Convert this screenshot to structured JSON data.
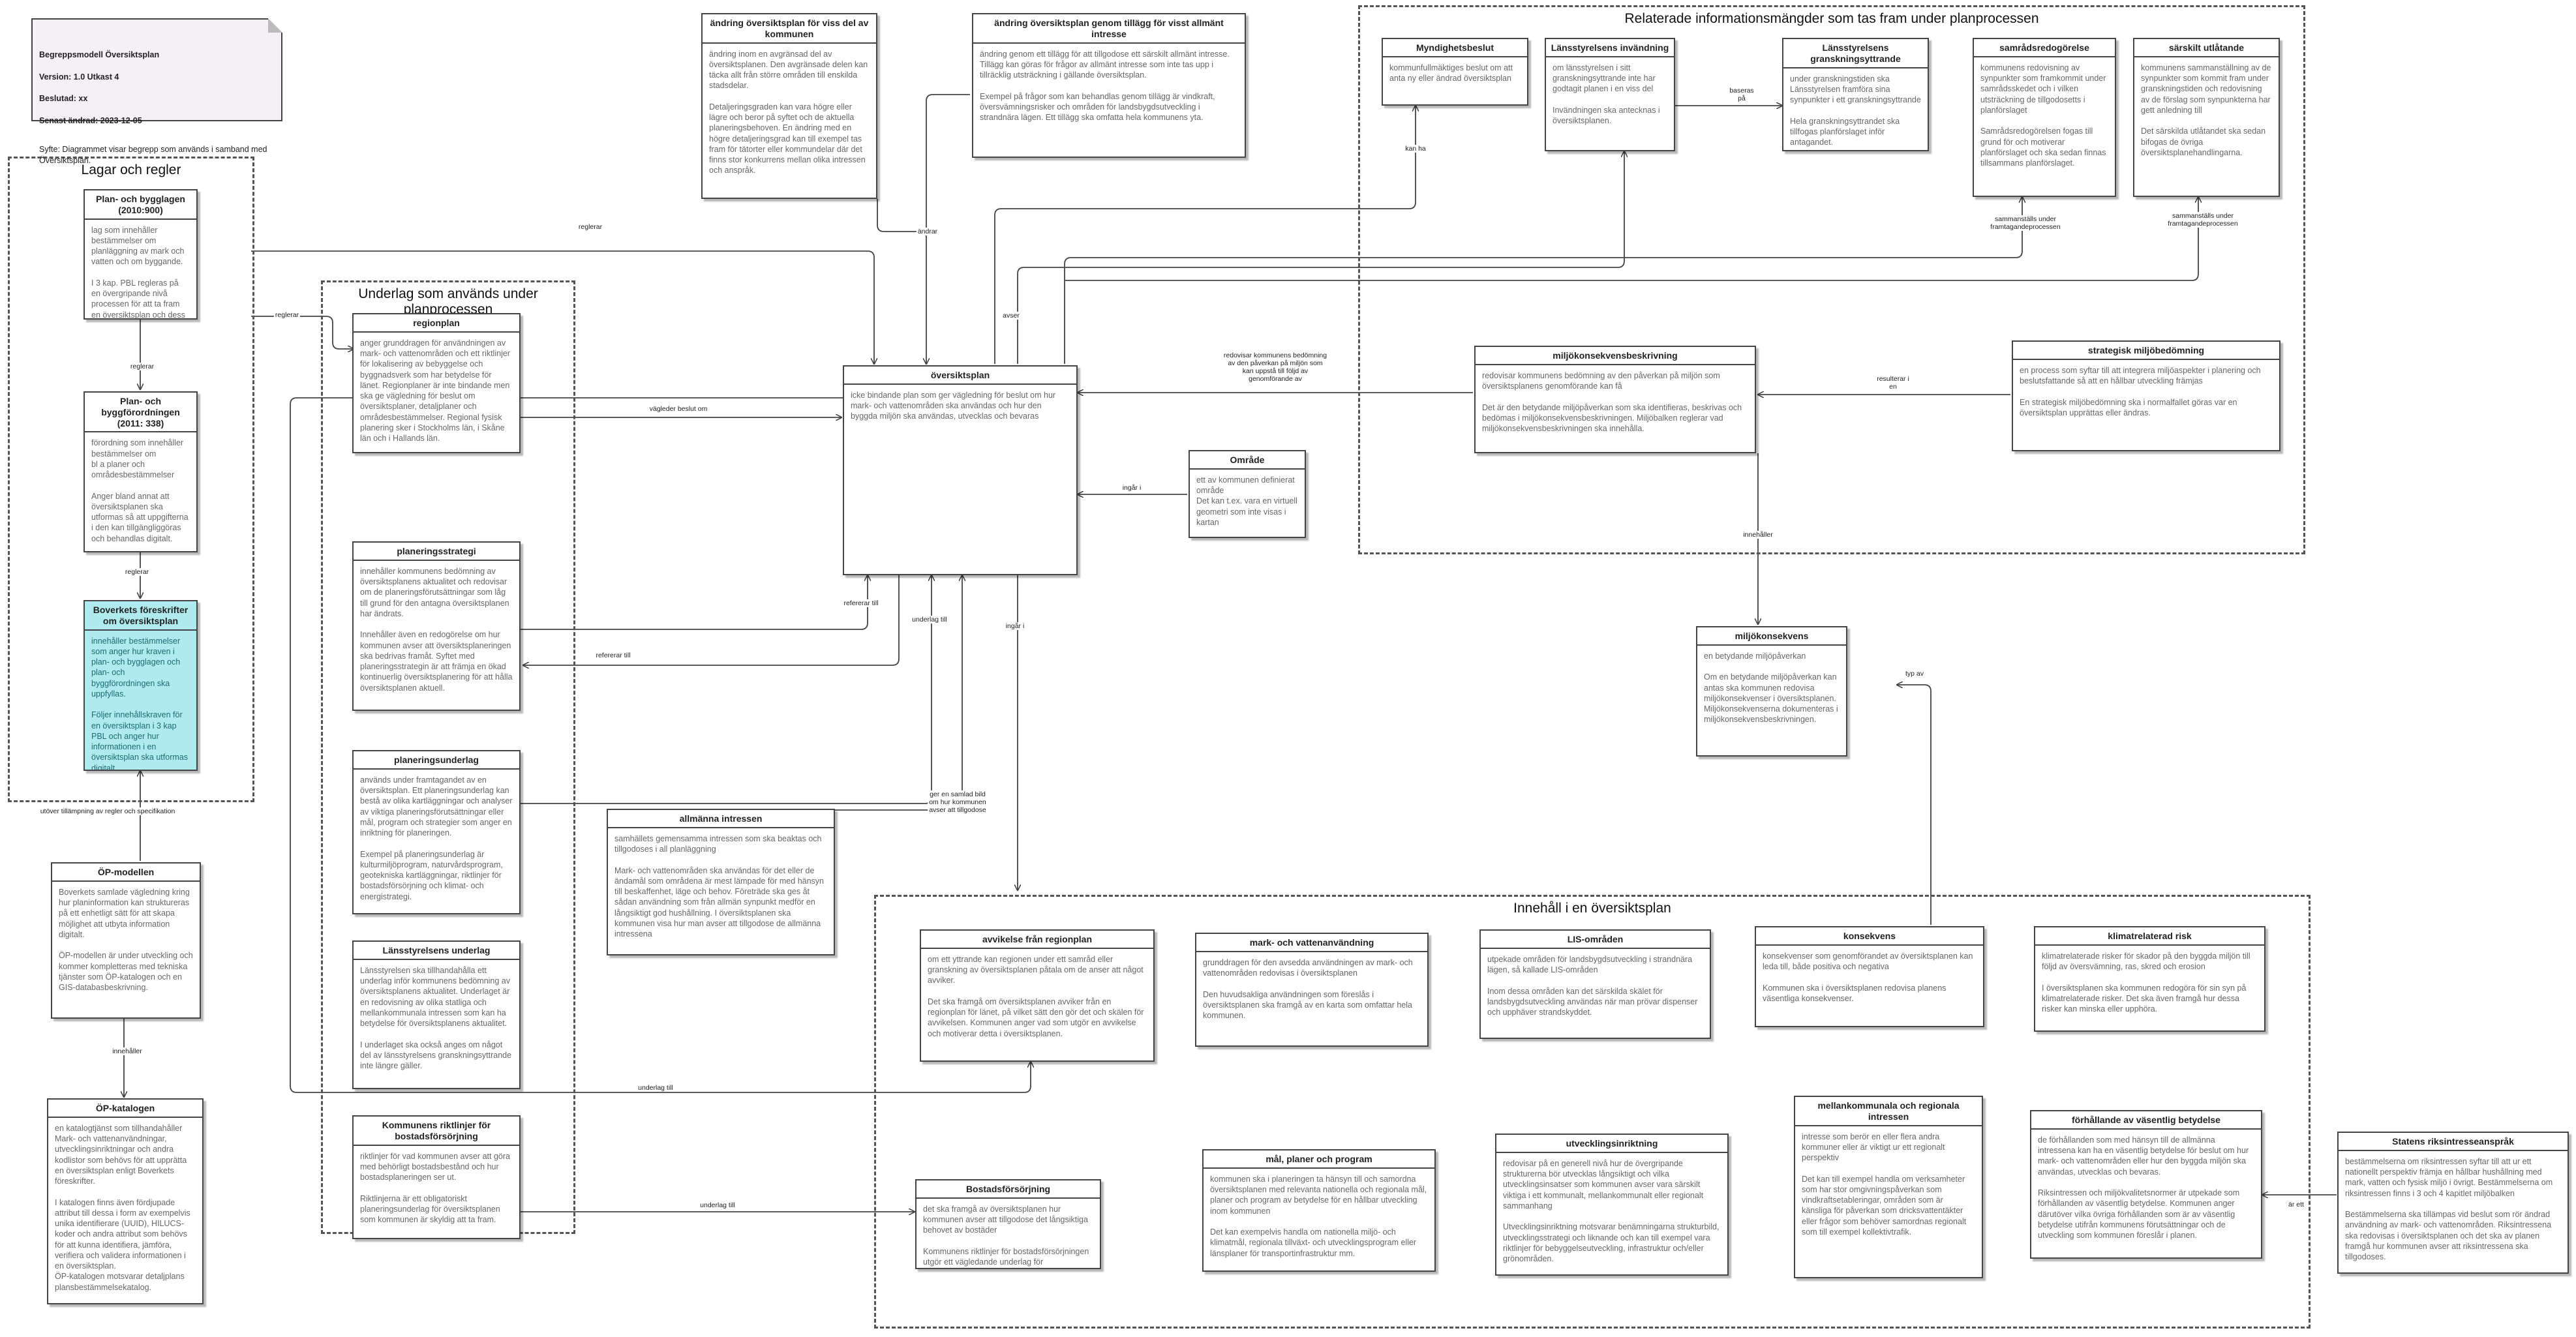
{
  "note": {
    "title": "Begreppsmodell Översiktsplan",
    "lines": [
      "Version: 1.0 Utkast 4",
      "Beslutad: xx",
      "Senast ändrad: 2023-12-05"
    ],
    "purpose": "Syfte: Diagrammet visar begrepp som  används i samband med Översiktsplan."
  },
  "containers": {
    "lagar": "Lagar och regler",
    "underlag": "Underlag som används under planprocessen",
    "relaterade": "Relaterade informationsmängder som tas fram under planprocessen",
    "innehall": "Innehåll i en översiktsplan"
  },
  "entities": {
    "pbl": {
      "title": "Plan- och bygglagen (2010:900)",
      "desc": "lag som innehåller bestämmelser om planläggning av mark och vatten och om byggande.\n\nI 3 kap. PBL regleras på en övergripande nivå processen för att ta fram en översiktsplan och dess innehåll"
    },
    "pbf": {
      "title": "Plan- och byggförordningen (2011: 338)",
      "desc": "förordning som innehåller bestämmelser om\nbl a planer och områdesbestämmelser\n\nAnger bland annat att översiktsplanen ska utformas så att uppgifterna i den kan tillgängliggöras och behandlas digitalt."
    },
    "boverket": {
      "title": "Boverkets föreskrifter om översiktsplan",
      "desc": "innehåller bestämmelser som anger hur kraven i plan- och bygglagen och plan- och byggförordningen ska uppfyllas.\n\nFöljer innehållskraven för en översiktsplan i 3 kap PBL och anger hur informationen i en översiktsplan ska utformas digitalt."
    },
    "opmodellen": {
      "title": "ÖP-modellen",
      "desc": "Boverkets samlade vägledning kring hur planinformation kan struktureras på ett enhetligt sätt för att skapa möjlighet att utbyta information digitalt.\n\nÖP-modellen är under utveckling och kommer kompletteras med tekniska tjänster som ÖP-katalogen och en GIS-databasbeskrivning."
    },
    "opkatalogen": {
      "title": "ÖP-katalogen",
      "desc": "en katalogtjänst som tillhandahåller Mark- och vattenanvändningar, utvecklingsinriktningar och andra kodlistor som behövs för att upprätta en översiktsplan enligt Boverkets föreskrifter.\n\nI katalogen finns även fördjupade attribut till dessa i form av exempelvis unika identifierare (UUID), HILUCS-koder och andra attribut som behövs för att kunna identifiera, jämföra, verifiera och validera informationen i en översiktsplan.\nÖP-katalogen motsvarar detaljplans plansbestämmelsekatalog."
    },
    "regionplan": {
      "title": "regionplan",
      "desc": "anger grunddragen för användningen av mark- och vattenområden och ett riktlinjer för lokalisering av bebyggelse och byggnadsverk som har betydelse för länet. Regionplaner är inte bindande men ska ge vägledning för beslut om översiktsplaner, detaljplaner och områdesbestämmelser. Regional fysisk planering sker i Stockholms län, i Skåne län och i Hallands län."
    },
    "planeringsstrategi": {
      "title": "planeringsstrategi",
      "desc": "innehåller kommunens bedömning av översiktsplanens aktualitet och redovisar om de planeringsförutsättningar som låg till grund för den antagna översiktsplanen har ändrats.\n\nInnehåller även en redogörelse om hur kommunen avser att översiktsplaneringen ska bedrivas framåt. Syftet med planeringsstrategin är att främja en ökad kontinuerlig översiktsplanering för att hålla översiktsplanen aktuell."
    },
    "planeringsunderlag": {
      "title": "planeringsunderlag",
      "desc": "används under framtagandet av en översiktsplan. Ett planeringsunderlag kan bestå av olika kartläggningar och analyser av viktiga planeringsförutsättningar eller mål, program och strategier som anger en inriktning för planeringen.\n\nExempel på planeringsunderlag är kulturmiljöprogram, naturvårdsprogram, geotekniska kartläggningar, riktlinjer för bostadsförsörjning och klimat- och energistrategi."
    },
    "lansstyrelsens_underlag": {
      "title": "Länsstyrelsens underlag",
      "desc": "Länsstyrelsen ska tillhandahålla ett underlag inför kommunens bedömning av översiktsplanens aktualitet. Underlaget är en redovisning av olika statliga och mellankommunala intressen som kan ha betydelse för översiktsplanens aktualitet.\n\nI underlaget ska också anges om något del av länsstyrelsens granskningsyttrande inte längre gäller."
    },
    "kommunens_riktlinjer": {
      "title": "Kommunens riktlinjer för bostadsförsörjning",
      "desc": "riktlinjer för vad kommunen avser att göra med behörligt bostadsbestånd och hur bostadsplaneringen ser ut.\n\nRiktlinjerna är ett obligatoriskt planeringsunderlag för översiktsplanen som kommunen är skyldig att ta fram."
    },
    "andring_viss_del": {
      "title": "ändring översiktsplan för viss del av kommunen",
      "desc": "ändring inom en avgränsad del av översiktsplanen. Den avgränsade delen kan täcka allt från större områden till enskilda stadsdelar.\n\nDetaljeringsgraden kan vara högre eller lägre och beror på syftet och de aktuella planeringsbehoven. En ändring med en högre detaljeringsgrad kan till exempel tas fram för tätorter eller kommundelar där det finns stor konkurrens mellan olika intressen och anspråk."
    },
    "andring_tillagg": {
      "title": "ändring översiktsplan genom tillägg för visst allmänt intresse",
      "desc": "ändring genom ett tillägg för att tillgodose ett särskilt allmänt intresse. Tillägg kan göras för frågor av allmänt intresse som inte tas upp i tillräcklig utsträckning i gällande översiktsplan.\n\nExempel på frågor som kan behandlas genom tillägg är vindkraft, översvämningsrisker och områden för landsbygdsutveckling i strandnära lägen. Ett tillägg ska omfatta hela kommunens yta."
    },
    "oversiktsplan": {
      "title": "översiktsplan",
      "desc": "icke bindande plan  som ger vägledning för beslut om hur mark- och vattenområden ska användas och hur den byggda miljön ska användas, utvecklas och bevaras"
    },
    "omrade": {
      "title": "Område",
      "desc": "ett av kommunen definierat område\nDet kan t.ex. vara en virtuell geometri som inte visas i kartan"
    },
    "allmanna_intressen": {
      "title": "allmänna intressen",
      "desc": "samhällets gemensamma intressen som ska beaktas och tillgodoses i all planläggning\n\nMark- och vattenområden ska användas för det eller de ändamål som områdena är mest lämpade för med hänsyn till beskaffenhet, läge och behov. Företräde ska ges åt sådan användning som från allmän synpunkt medför en långsiktigt god hushållning. I översiktsplanen ska kommunen visa hur man avser att tillgodose de allmänna intressena"
    },
    "myndighetsbeslut": {
      "title": "Myndighetsbeslut",
      "desc": "kommunfullmäktiges beslut om att anta ny eller ändrad översiktsplan"
    },
    "lst_invandning": {
      "title": "Länsstyrelsens invändning",
      "desc": "om länsstyrelsen i sitt granskningsyttrande inte har godtagit planen i en viss del\n\nInvändningen ska antecknas i översiktsplanen."
    },
    "lst_granskning": {
      "title": "Länsstyrelsens granskningsyttrande",
      "desc": "under granskningstiden ska Länsstyrelsen framföra sina synpunkter i ett granskningsyttrande\n\nHela granskningsyttrandet ska tillfogas planförslaget inför antagandet."
    },
    "samradsredogorelse": {
      "title": "samrådsredogörelse",
      "desc": "kommunens redovisning av synpunkter som framkommit under samrådsskedet och i vilken utsträckning de tillgodosetts i planförslaget\n\nSamrådsredogörelsen fogas till grund för och motiverar planförslaget och ska sedan finnas tillsammans planförslaget."
    },
    "sarskilt_utlatande": {
      "title": "särskilt utlåtande",
      "desc": "kommunens sammanställning av de synpunkter som kommit fram under granskningstiden och redovisning av de förslag som synpunkterna har gett anledning till\n\nDet särskilda utlåtandet ska sedan bifogas de övriga översiktsplanehandlingarna."
    },
    "mkb": {
      "title": "miljökonsekvensbeskrivning",
      "desc": "redovisar kommunens bedömning av den påverkan på miljön som översiktsplanens genomförande kan få\n\nDet är den betydande miljöpåverkan som ska identifieras, beskrivas och bedömas i miljökonsekvensbeskrivningen. Miljöbalken reglerar vad miljökonsekvensbeskrivningen ska innehålla."
    },
    "strategisk_mb": {
      "title": "strategisk miljöbedömning",
      "desc": "en process som syftar till att integrera miljöaspekter i planering och beslutsfattande så att en hållbar utveckling främjas\n\nEn strategisk miljöbedömning ska i normalfallet göras var en översiktsplan upprättas eller ändras."
    },
    "miljokonsekvens": {
      "title": "miljökonsekvens",
      "desc": "en betydande miljöpåverkan\n\nOm en betydande miljöpåverkan kan antas ska kommunen redovisa miljökonsekvenser i översiktsplanen. Miljökonsekvenserna dokumenteras i miljökonsekvensbeskrivningen."
    },
    "avvikelse": {
      "title": "avvikelse från regionplan",
      "desc": "om ett yttrande kan regionen under ett samråd eller granskning av översiktsplanen påtala om de anser att något avviker.\n\nDet ska framgå om översiktsplanen avviker från en regionplan för länet, på vilket sätt den gör det och skälen för avvikelsen. Kommunen anger vad som utgör en avvikelse och motiverar detta i översiktsplanen."
    },
    "mark_vatten": {
      "title": "mark- och vattenanvändning",
      "desc": "grunddragen för den avsedda användningen av mark- och vattenområden redovisas i översiktsplanen\n\nDen huvudsakliga användningen som föreslås i översiktsplanen ska framgå av en karta som omfattar hela kommunen."
    },
    "lis": {
      "title": "LIS-områden",
      "desc": "utpekade områden för landsbygdsutveckling i strandnära lägen, så kallade LIS-områden\n\nInom dessa områden kan det särskilda skälet för landsbygdsutveckling användas när man prövar dispenser och upphäver strandskyddet."
    },
    "konsekvens": {
      "title": "konsekvens",
      "desc": "konsekvenser som genomförandet av översiktsplanen kan leda till, både positiva och negativa\n\nKommunen ska i översiktsplanen redovisa planens väsentliga konsekvenser."
    },
    "klimatrisk": {
      "title": "klimatrelaterad risk",
      "desc": "klimatrelaterade risker för skador på den byggda miljön till följd av översvämning, ras, skred och erosion\n\nI översiktsplanen ska kommunen redogöra för sin syn på klimatrelaterade risker. Det ska även framgå hur dessa risker kan minska eller upphöra."
    },
    "bostadsforsorjning": {
      "title": "Bostadsförsörjning",
      "desc": "det ska framgå av översiktsplanen hur kommunen avser att tillgodose det långsiktiga behovet av bostäder\n\nKommunens riktlinjer för bostadsförsörjningen utgör ett vägledande underlag för översiktsplanen."
    },
    "mal": {
      "title": "mål, planer och program",
      "desc": "kommunen ska i planeringen ta hänsyn till och samordna översiktsplanen med relevanta nationella och regionala mål, planer och program av betydelse för en hållbar utveckling inom kommunen\n\nDet kan exempelvis handla om nationella miljö- och klimatmål, regionala tillväxt- och utvecklingsprogram eller länsplaner för transportinfrastruktur mm."
    },
    "utvecklingsinriktning": {
      "title": "utvecklingsinriktning",
      "desc": "redovisar på en generell nivå hur de övergripande strukturerna bör utvecklas långsiktigt och vilka utvecklingsinsatser som kommunen avser vara särskilt viktiga i ett kommunalt, mellankommunalt eller regionalt sammanhang\n\nUtvecklingsinriktning motsvarar benämningarna strukturbild, utvecklingsstrategi och liknande och kan till exempel vara riktlinjer för bebyggelseutveckling, infrastruktur och/eller grönområden."
    },
    "mellankommunala": {
      "title": "mellankommunala och regionala intressen",
      "desc": "intresse som berör en eller flera andra kommuner eller är viktigt ur ett regionalt perspektiv\n\nDet kan till exempel handla om verksamheter som har stor omgivningspåverkan som vindkraftsetableringar, områden som är känsliga för påverkan som dricksvattentäkter eller frågor som behöver samordnas regionalt som till exempel kollektivtrafik."
    },
    "vasentlig": {
      "title": "förhållande av väsentlig betydelse",
      "desc": "de förhållanden som med hänsyn till de allmänna intressena kan ha en väsentlig betydelse för beslut om hur mark- och vattenområden eller hur den byggda miljön ska användas, utvecklas och bevaras.\n\nRiksintressen och miljökvalitetsnormer är utpekade som förhållanden av väsentlig betydelse. Kommunen anger därutöver vilka övriga förhållanden som är av väsentlig betydelse utifrån kommunens förutsättningar och de utveckling som kommunen föreslår i planen."
    },
    "riksintresse": {
      "title": "Statens riksintresseanspråk",
      "desc": "bestämmelserna om riksintressen syftar till att ur ett nationellt perspektiv främja en hållbar hushållning med mark, vatten och fysisk miljö i övrigt. Bestämmelserna om riksintressen finns i 3 och 4 kapitlet miljöbalken\n\nBestämmelserna ska tillämpas vid beslut som rör ändrad användning av mark- och vattenområden. Riksintressena ska redovisas i översiktsplanen och det ska av planen framgå hur kommunen avser att riksintressena ska tillgodoses."
    }
  },
  "edge_labels": {
    "reglerar1": "reglerar",
    "reglerar2": "reglerar",
    "reglerar3": "reglerar",
    "reglerar4": "reglerar",
    "bildar": "utöver tillämpning av regler och specifikation",
    "innehaller1": "innehåller",
    "vagleder": "vägleder beslut om",
    "refererar_till1": "refererar till",
    "refererar_till2": "refererar till",
    "underlag_till1": "underlag till",
    "underlag_till2": "underlag till",
    "underlag_till3": "underlag till",
    "andrar": "ändrar",
    "avser": "avser",
    "kan_ha": "kan ha",
    "baseras_pa": "baseras\npå",
    "ingar_i1": "ingår i",
    "ingar_i2": "ingår i",
    "ger_samlad_bild": "ger en samlad bild\nom hur kommunen\navser att tillgodose",
    "redovisar": "redovisar kommunens bedömning\nav den påverkan på miljön som\nkan uppstå till följd av\ngenomförande av",
    "resulterar": "resulterar i\nen",
    "sammanstalls1": "sammanställs under\nframtagandeprocessen",
    "sammanstalls2": "sammanställs under\nframtagandeprocessen",
    "innehaller2": "innehåller",
    "typ_av": "typ av",
    "ar_ett": "är ett"
  }
}
